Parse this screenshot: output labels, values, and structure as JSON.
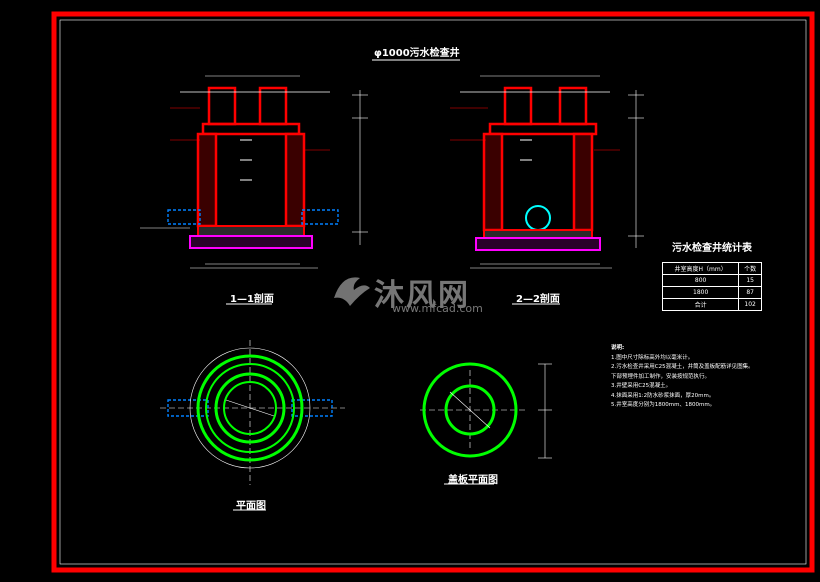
{
  "drawing": {
    "title": "φ1000污水检查井",
    "sections": {
      "s11": "1—1剖面",
      "s22": "2—2剖面",
      "plan": "平面图",
      "cover_plan": "盖板平面图"
    }
  },
  "table": {
    "title": "污水检查井统计表",
    "headers": [
      "井室高度H（mm）",
      "个数"
    ],
    "rows": [
      [
        "800",
        "15"
      ],
      [
        "1800",
        "87"
      ],
      [
        "合计",
        "102"
      ]
    ]
  },
  "notes": {
    "heading": "说明:",
    "items": [
      "1.图中尺寸除标高外均以毫米计。",
      "2.污水检查井采用C25混凝土，井筒及盖板配筋详见图集。",
      "  下部预埋件加工制作，安装按规范执行。",
      "3.井壁采用C25混凝土。",
      "4.抹面采用1:2防水砂浆抹面，厚20mm。",
      "5.井室高度分别为1800mm、1800mm。"
    ]
  },
  "watermark": {
    "text": "沐风网",
    "url": "www.mfcad.com"
  },
  "colors": {
    "frame": "#ff0000",
    "struct": "#ff0000",
    "ring": "#00ff00",
    "base": "#ff00ff",
    "pipe": "#0080ff",
    "dim": "#ffffff",
    "lead": "#00ffff"
  }
}
